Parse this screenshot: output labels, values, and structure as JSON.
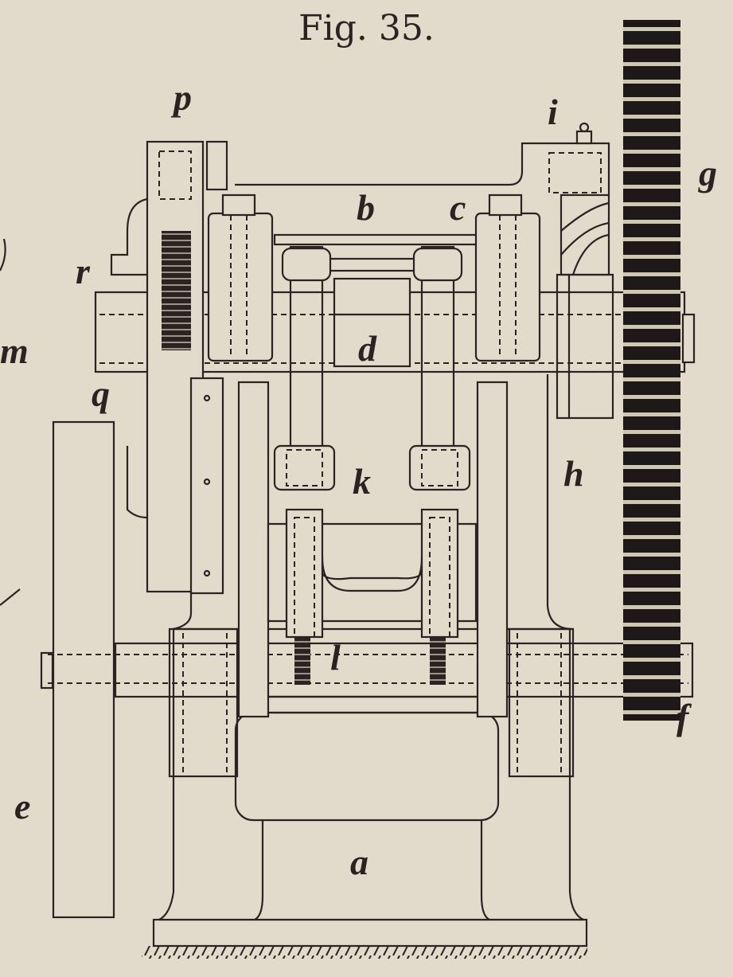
{
  "figure": {
    "title": "Fig. 35.",
    "ink_color": "#2b2222",
    "paper_color": "#e2dbcb",
    "labels": {
      "p": "p",
      "i": "i",
      "g": "g",
      "b": "b",
      "c": "c",
      "r": "r",
      "m": "m",
      "d": "d",
      "q": "q",
      "k": "k",
      "h": "h",
      "l": "l",
      "f": "f",
      "e": "e",
      "a": "a"
    }
  }
}
